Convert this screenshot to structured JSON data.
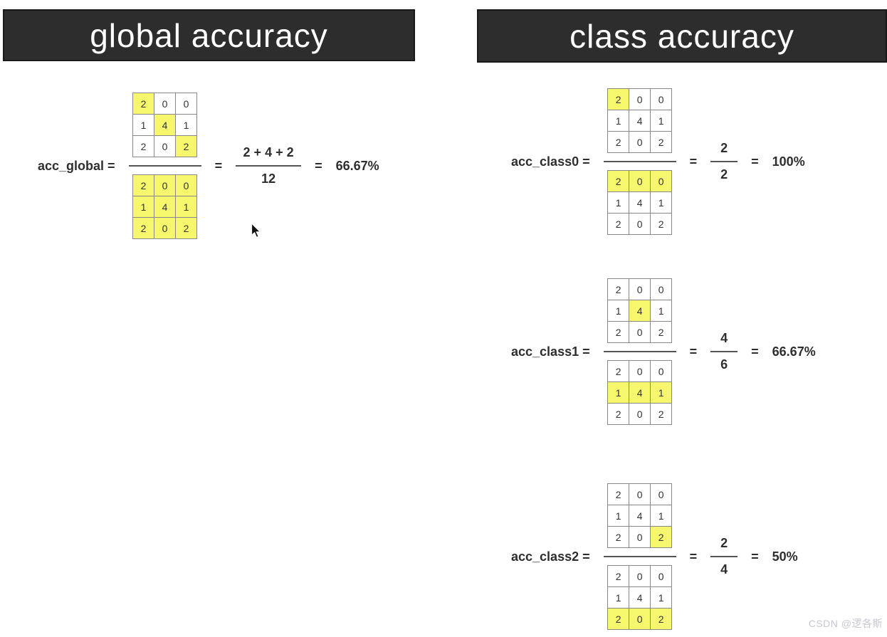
{
  "headers": {
    "left": "global accuracy",
    "right": "class accuracy"
  },
  "symbols": {
    "equals": "="
  },
  "matrix_values": [
    [
      2,
      0,
      0
    ],
    [
      1,
      4,
      1
    ],
    [
      2,
      0,
      2
    ]
  ],
  "matrices": {
    "global_num": {
      "highlights": [
        [
          0,
          0
        ],
        [
          1,
          1
        ],
        [
          2,
          2
        ]
      ]
    },
    "global_den": {
      "highlights": [
        [
          0,
          0
        ],
        [
          0,
          1
        ],
        [
          0,
          2
        ],
        [
          1,
          0
        ],
        [
          1,
          1
        ],
        [
          1,
          2
        ],
        [
          2,
          0
        ],
        [
          2,
          1
        ],
        [
          2,
          2
        ]
      ]
    },
    "class0_num": {
      "highlights": [
        [
          0,
          0
        ]
      ]
    },
    "class0_den": {
      "highlights": [
        [
          0,
          0
        ],
        [
          0,
          1
        ],
        [
          0,
          2
        ]
      ]
    },
    "class1_num": {
      "highlights": [
        [
          1,
          1
        ]
      ]
    },
    "class1_den": {
      "highlights": [
        [
          1,
          0
        ],
        [
          1,
          1
        ],
        [
          1,
          2
        ]
      ]
    },
    "class2_num": {
      "highlights": [
        [
          2,
          2
        ]
      ]
    },
    "class2_den": {
      "highlights": [
        [
          2,
          0
        ],
        [
          2,
          1
        ],
        [
          2,
          2
        ]
      ]
    }
  },
  "equations": {
    "global": {
      "label": "acc_global =",
      "frac_num": "2 + 4 + 2",
      "frac_den": "12",
      "result": "66.67%"
    },
    "class0": {
      "label": "acc_class0 =",
      "frac_num": "2",
      "frac_den": "2",
      "result": "100%"
    },
    "class1": {
      "label": "acc_class1 =",
      "frac_num": "4",
      "frac_den": "6",
      "result": "66.67%"
    },
    "class2": {
      "label": "acc_class2 =",
      "frac_num": "2",
      "frac_den": "4",
      "result": "50%"
    }
  },
  "icons": {
    "cursor": "arrow-cursor"
  },
  "watermark": "CSDN @逻各斯",
  "colors": {
    "banner_bg": "#2d2d2d",
    "banner_text": "#ffffff",
    "highlight": "#f7f76e",
    "cell_border": "#888888",
    "cell_text": "#333333",
    "equation_text": "#2e2e2e",
    "fraction_bar": "#555555",
    "watermark": "#c9c6d0"
  }
}
